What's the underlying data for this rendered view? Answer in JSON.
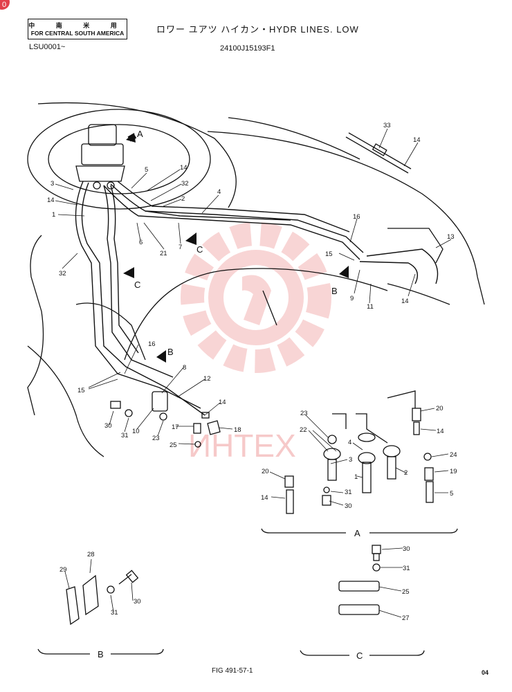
{
  "corner_badge": "0",
  "header": {
    "region_jp": "中 南 米 用",
    "region_en": "FOR CENTRAL SOUTH AMERICA",
    "title": "ロワー ユアツ ハイカン・HYDR LINES. LOW",
    "serial": "LSU0001~",
    "part_number": "24100J15193F1"
  },
  "watermark": "ИНТЕХ",
  "callouts": {
    "c1": "1",
    "c2": "2",
    "c3": "3",
    "c4": "4",
    "c5": "5",
    "c6": "6",
    "c7": "7",
    "c8": "8",
    "c9": "9",
    "c10": "10",
    "c11": "11",
    "c12": "12",
    "c13": "13",
    "c14": "14",
    "c15": "15",
    "c16": "16",
    "c17": "17",
    "c18": "18",
    "c19": "19",
    "c20": "20",
    "c21": "21",
    "c22": "22",
    "c23": "23",
    "c24": "24",
    "c25": "25",
    "c27": "27",
    "c28": "28",
    "c29": "29",
    "c30": "30",
    "c31": "31",
    "c32": "32",
    "c33": "33"
  },
  "view_labels": {
    "a": "A",
    "b": "B",
    "c": "C"
  },
  "footer": {
    "figure": "FIG 491-57-1",
    "page_code": "04"
  },
  "colors": {
    "ink": "#111111",
    "watermark": "#f3b3b3"
  }
}
